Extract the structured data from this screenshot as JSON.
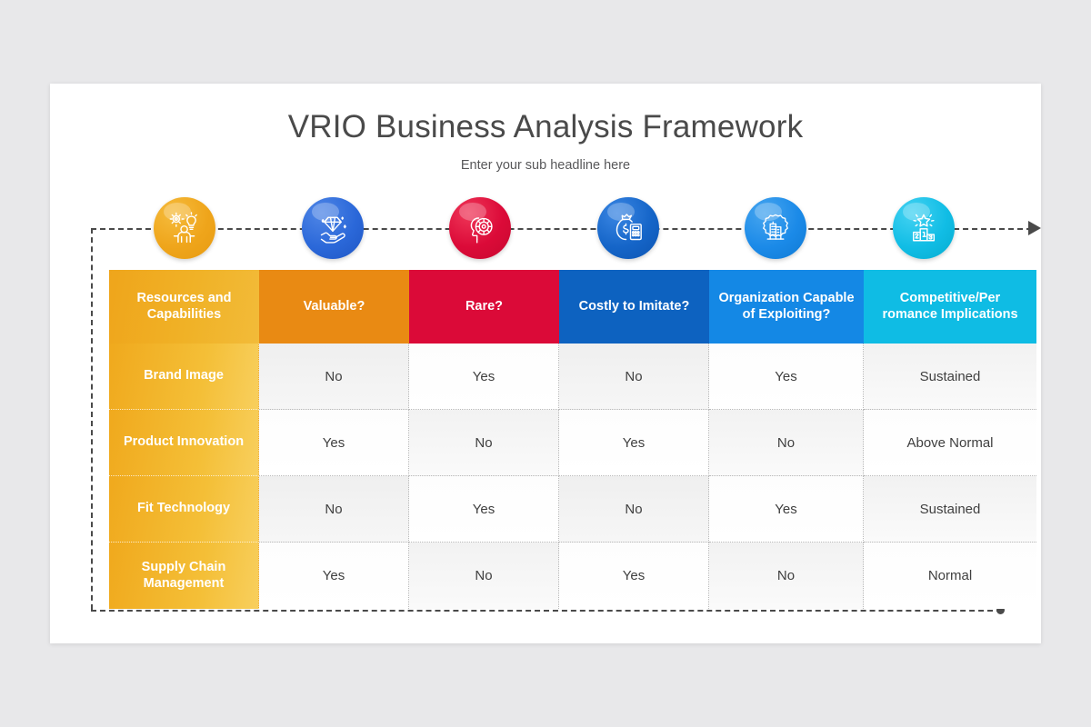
{
  "slide": {
    "title": "VRIO Business Analysis Framework",
    "subtitle": "Enter your sub headline here"
  },
  "icons": [
    {
      "name": "people-gear-idea-icon",
      "color": "#f0ad1e",
      "label": "Resources and Capabilities"
    },
    {
      "name": "hand-diamond-icon",
      "color": "#2b68d9",
      "label": "Valuable"
    },
    {
      "name": "head-gear-icon",
      "color": "#db0a38",
      "label": "Rare"
    },
    {
      "name": "money-bag-calculator-icon",
      "color": "#1565c8",
      "label": "Costly to Imitate"
    },
    {
      "name": "building-gear-icon",
      "color": "#1b8ae8",
      "label": "Organization"
    },
    {
      "name": "podium-star-icon",
      "color": "#11bde5",
      "label": "Competitive Performance"
    }
  ],
  "table": {
    "headers": [
      "Resources and Capabilities",
      "Valuable?",
      "Rare?",
      "Costly to Imitate?",
      "Organization Capable of Exploiting?",
      "Competitive/Per romance Implications"
    ],
    "header_colors": [
      "#f0b227",
      "#e98a13",
      "#db0a38",
      "#0d62c0",
      "#1488e5",
      "#0fbce4"
    ],
    "rows": [
      {
        "label": "Brand Image",
        "valuable": "No",
        "rare": "Yes",
        "costly_to_imitate": "No",
        "organization": "Yes",
        "implication": "Sustained"
      },
      {
        "label": "Product Innovation",
        "valuable": "Yes",
        "rare": "No",
        "costly_to_imitate": "Yes",
        "organization": "No",
        "implication": "Above Normal"
      },
      {
        "label": "Fit Technology",
        "valuable": "No",
        "rare": "Yes",
        "costly_to_imitate": "No",
        "organization": "Yes",
        "implication": "Sustained"
      },
      {
        "label": "Supply Chain Management",
        "valuable": "Yes",
        "rare": "No",
        "costly_to_imitate": "Yes",
        "organization": "No",
        "implication": "Normal"
      }
    ]
  }
}
